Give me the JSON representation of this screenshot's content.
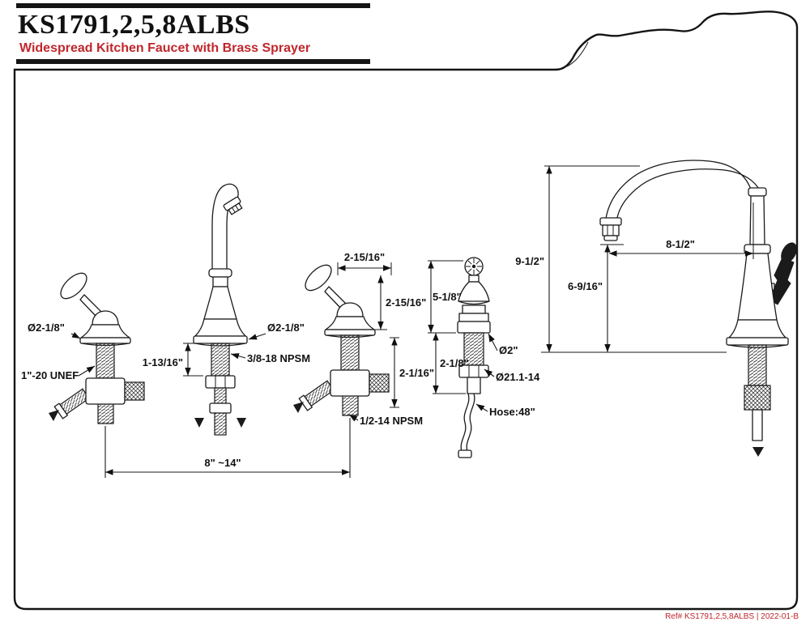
{
  "accent_color": "#c0262c",
  "line_color": "#1a1a1a",
  "header": {
    "title": "KS1791,2,5,8ALBS",
    "subtitle": "Widespread Kitchen Faucet with Brass Sprayer"
  },
  "footer": {
    "ref_text": "Ref# KS1791,2,5,8ALBS | 2022-01-B"
  },
  "labels": {
    "left_valve_diameter": "Ø2-1/8\"",
    "left_valve_thread": "1\"-20 UNEF",
    "spout_base_diameter": "Ø2-1/8\"",
    "spout_shank_length": "1-13/16\"",
    "spout_shank_thread": "3/8-18 NPSM",
    "handle_width": "2-15/16\"",
    "handle_height": "2-15/16\"",
    "valve_body_height": "2-1/16\"",
    "valve_outlet_thread": "1/2-14 NPSM",
    "spread_range": "8\" ~14\"",
    "sprayer_height": "5-1/8\"",
    "sprayer_shank_height": "2-1/8\"",
    "sprayer_base_diameter": "Ø2\"",
    "sprayer_thread": "Ø21.1-14",
    "hose_length": "Hose:48\"",
    "faucet_height": "9-1/2\"",
    "spout_outlet_height": "6-9/16\"",
    "spout_reach": "8-1/2\""
  }
}
